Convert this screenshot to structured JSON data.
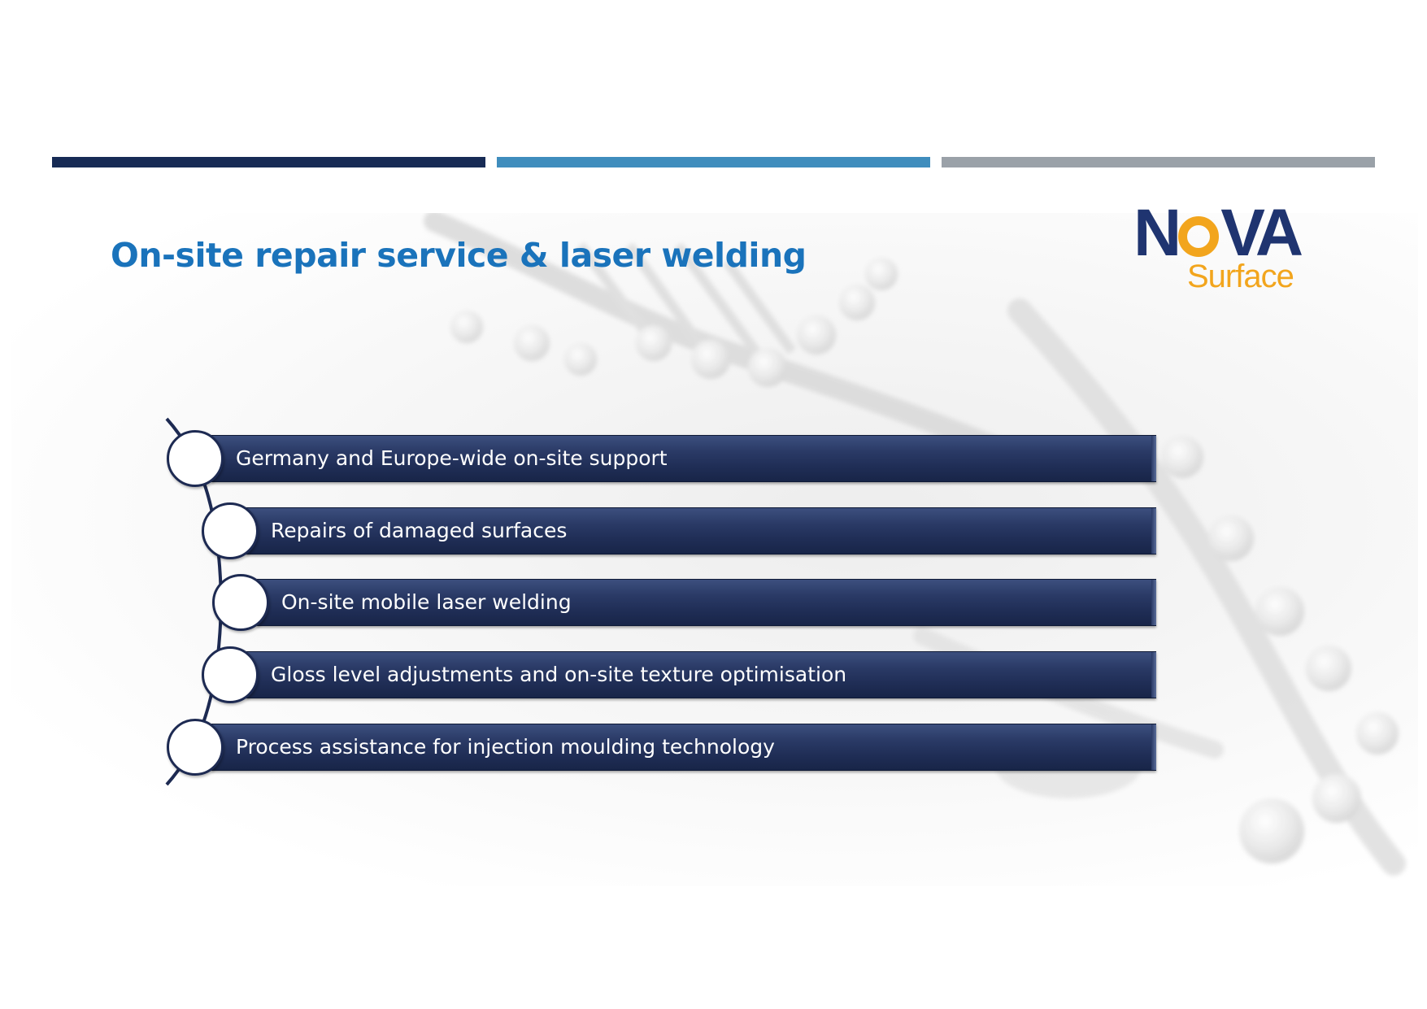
{
  "slide": {
    "title": "On-site repair service & laser welding",
    "colors": {
      "bar_dark": "#172b55",
      "bar_blue": "#3f8dbd",
      "bar_gray": "#9aa1a8",
      "title": "#1a73bb",
      "logo_navy": "#1f3470",
      "logo_orange": "#f2a51d",
      "list_navy": "#1f2d55"
    }
  },
  "logo": {
    "word_left": "N",
    "word_right": "VA",
    "sub": "Surface"
  },
  "list": {
    "items": [
      {
        "label": "Germany and Europe-wide on-site support"
      },
      {
        "label": "Repairs of damaged surfaces"
      },
      {
        "label": "On-site mobile laser welding"
      },
      {
        "label": "Gloss level adjustments and on-site texture optimisation"
      },
      {
        "label": "Process assistance for injection moulding technology"
      }
    ]
  }
}
